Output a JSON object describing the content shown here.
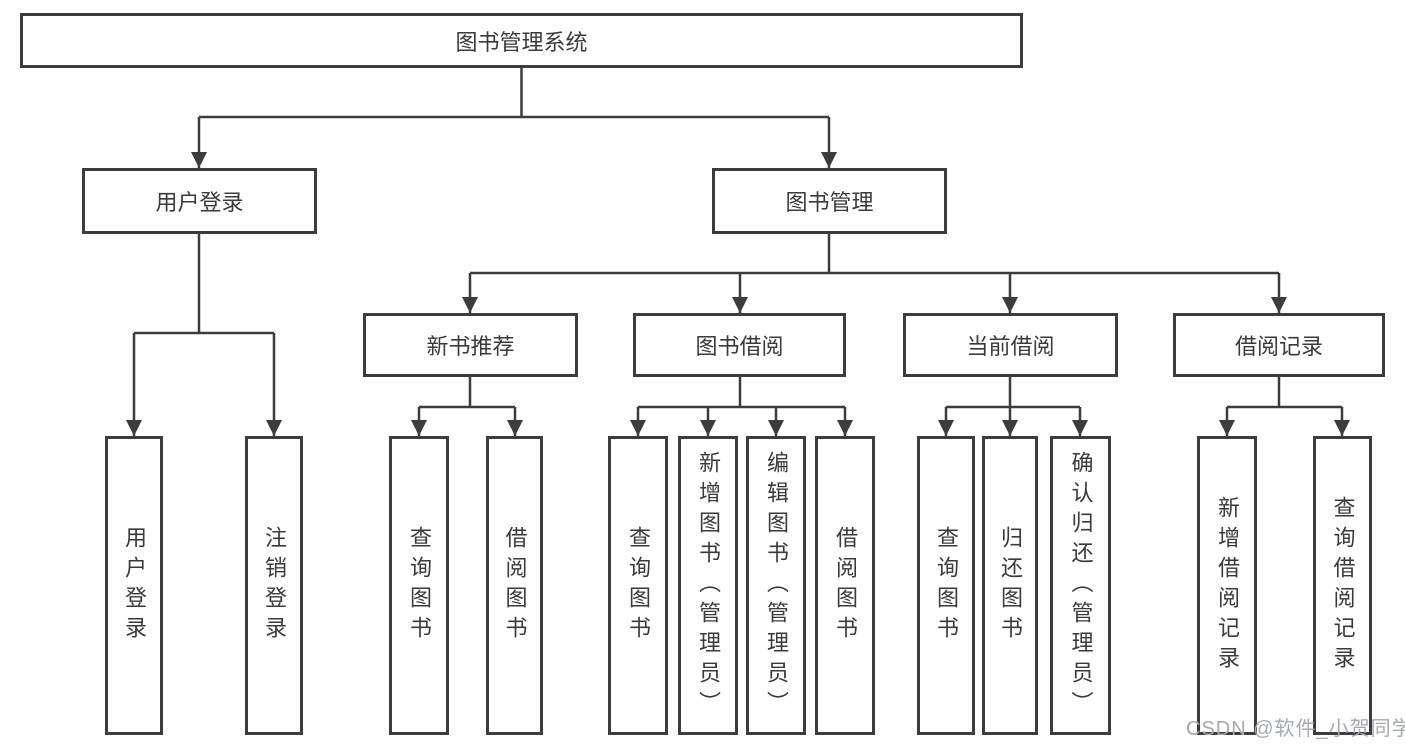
{
  "nodes": {
    "root": "图书管理系统",
    "userLogin": "用户登录",
    "bookMgmt": "图书管理",
    "newBookRec": "新书推荐",
    "bookBorrow": "图书借阅",
    "currentBorrow": "当前借阅",
    "borrowRecords": "借阅记录"
  },
  "leaves": {
    "userLogin": [
      "用户登录",
      "注销登录"
    ],
    "newBookRec": [
      "查询图书",
      "借阅图书"
    ],
    "bookBorrow": [
      "查询图书",
      "新增图书（管理员）",
      "编辑图书（管理员）",
      "借阅图书"
    ],
    "currentBorrow": [
      "查询图书",
      "归还图书",
      "确认归还（管理员）"
    ],
    "borrowRecords": [
      "新增借阅记录",
      "查询借阅记录"
    ]
  },
  "watermark": {
    "text": "CSDN @软件_小贺同学"
  },
  "colors": {
    "line": "#3c3c3c",
    "text": "#3a3a3a",
    "watermark": "#a5a9ae",
    "background": "#ffffff"
  }
}
